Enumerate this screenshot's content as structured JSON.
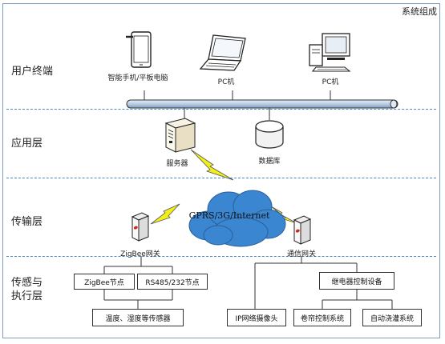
{
  "title": "系统组成",
  "layers": {
    "user": "用户终端",
    "app": "应用层",
    "trans": "传输层",
    "sense_line1": "传感与",
    "sense_line2": "执行层"
  },
  "devices": {
    "tablet": "智能手机/平板电脑",
    "laptop": "PC机",
    "desktop": "PC机",
    "server": "服务器",
    "database": "数据库",
    "cloud": "GPRS/3G/Internet",
    "zigbee_gateway": "ZigBee网关",
    "comm_gateway": "通信网关"
  },
  "boxes": {
    "zigbee_node": "ZigBee节点",
    "rs485_node": "RS485/232节点",
    "sensors": "温度、湿度等传感器",
    "relay": "继电器控制设备",
    "ip_camera": "IP网络摄像头",
    "curtain": "卷帘控制系统",
    "irrigation": "自动浇灌系统"
  },
  "colors": {
    "frame": "#7c9cc4",
    "dash": "#4a88c8",
    "bus": "#b9cde4",
    "cloud": "#3a86d0",
    "lightning": "#f2ee1a"
  }
}
